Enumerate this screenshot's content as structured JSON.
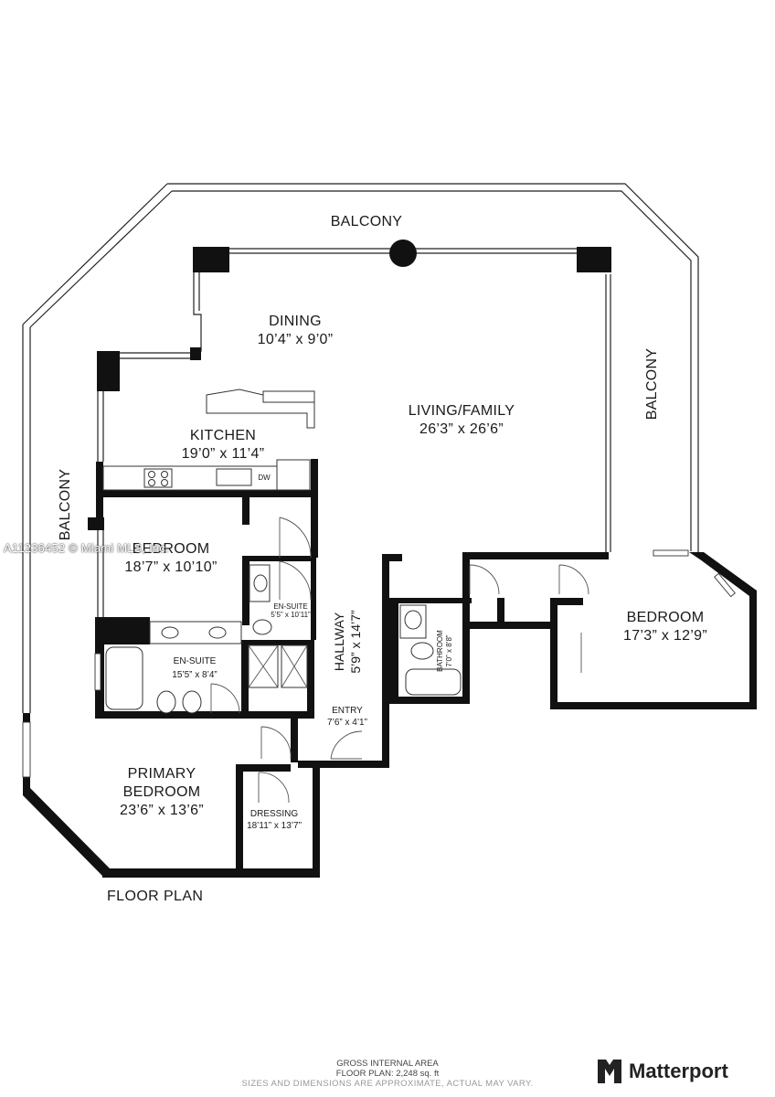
{
  "plan": {
    "title": "FLOOR PLAN",
    "rooms": {
      "balcony_top": {
        "name": "BALCONY"
      },
      "balcony_right": {
        "name": "BALCONY"
      },
      "balcony_left": {
        "name": "BALCONY"
      },
      "dining": {
        "name": "DINING",
        "dims": "10’4” x 9’0”"
      },
      "living": {
        "name": "LIVING/FAMILY",
        "dims": "26’3” x 26’6”"
      },
      "kitchen": {
        "name": "KITCHEN",
        "dims": "19’0” x 11’4”"
      },
      "bedroom_left": {
        "name": "BEDROOM",
        "dims": "18’7” x 10’10”"
      },
      "bedroom_right": {
        "name": "BEDROOM",
        "dims": "17’3” x 12’9”"
      },
      "ensuite_small": {
        "name": "EN-SUITE",
        "dims": "5’5” x 10’11”"
      },
      "ensuite_main": {
        "name": "EN-SUITE",
        "dims": "15’5” x 8’4”"
      },
      "hallway": {
        "name": "HALLWAY",
        "dims": "5’9” x 14’7”"
      },
      "bathroom": {
        "name": "BATHROOM",
        "dims": "7’0” x 8’8”"
      },
      "entry": {
        "name": "ENTRY",
        "dims": "7’6” x 4’1”"
      },
      "primary_bedroom": {
        "name_line1": "PRIMARY",
        "name_line2": "BEDROOM",
        "dims": "23’6” x 13’6”"
      },
      "dressing": {
        "name": "DRESSING",
        "dims": "18’11” x 13’7”"
      }
    },
    "appliance_labels": {
      "dishwasher": "DW"
    }
  },
  "watermark": "A11236452 © Miami MLS, Inc.",
  "footer": {
    "line1": "GROSS INTERNAL AREA",
    "line2": "FLOOR PLAN: 2,248 sq. ft",
    "line3": "SIZES AND DIMENSIONS ARE APPROXIMATE, ACTUAL MAY VARY."
  },
  "brand": {
    "name": "Matterport",
    "icon": "matterport-logo-icon"
  }
}
